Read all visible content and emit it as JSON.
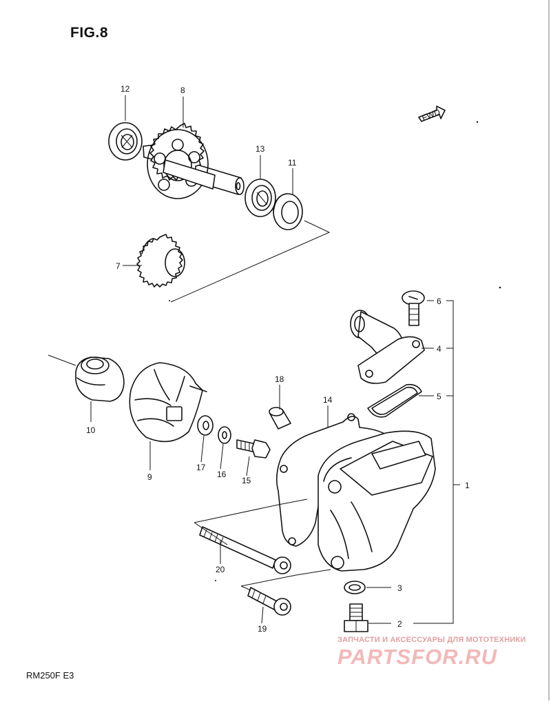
{
  "figure": {
    "title": "FIG.8",
    "model": "RM250F  E3",
    "fwd_label": "FWD"
  },
  "callouts": [
    {
      "id": "c1",
      "label": "1"
    },
    {
      "id": "c2",
      "label": "2"
    },
    {
      "id": "c3",
      "label": "3"
    },
    {
      "id": "c4",
      "label": "4"
    },
    {
      "id": "c5",
      "label": "5"
    },
    {
      "id": "c6",
      "label": "6"
    },
    {
      "id": "c7",
      "label": "7"
    },
    {
      "id": "c8",
      "label": "8"
    },
    {
      "id": "c9",
      "label": "9"
    },
    {
      "id": "c10",
      "label": "10"
    },
    {
      "id": "c11",
      "label": "11"
    },
    {
      "id": "c12",
      "label": "12"
    },
    {
      "id": "c13",
      "label": "13"
    },
    {
      "id": "c14",
      "label": "14"
    },
    {
      "id": "c15",
      "label": "15"
    },
    {
      "id": "c16",
      "label": "16"
    },
    {
      "id": "c17",
      "label": "17"
    },
    {
      "id": "c18",
      "label": "18"
    },
    {
      "id": "c19",
      "label": "19"
    },
    {
      "id": "c20",
      "label": "20"
    }
  ],
  "watermark": {
    "tagline": "ЗАПЧАСТИ И АКСЕССУАРЫ ДЛЯ МОТОТЕХНИКИ",
    "brand": "PARTSFOR.RU",
    "color": "#f2b8b8"
  }
}
